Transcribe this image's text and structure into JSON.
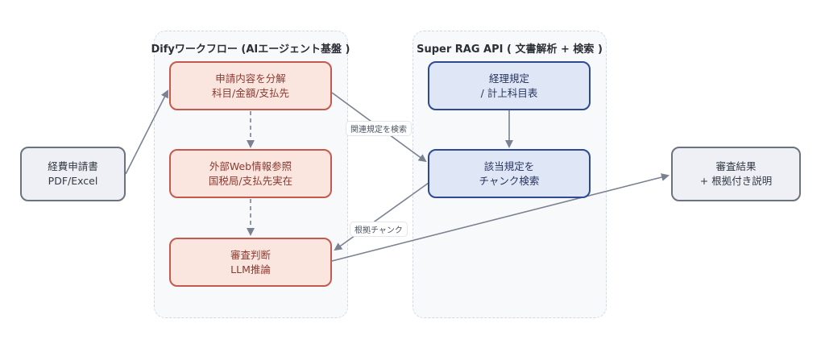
{
  "groups": {
    "dify": {
      "title": "Difyワークフロー (AIエージェント基盤 )"
    },
    "rag": {
      "title": "Super RAG API ( 文書解析 + 検索 )"
    }
  },
  "nodes": {
    "input": {
      "line1": "経費申請書",
      "line2": "PDF/Excel"
    },
    "analyze": {
      "line1": "申請内容を分解",
      "line2": "科目/金額/支払先"
    },
    "web": {
      "line1": "外部Web情報参照",
      "line2": "国税局/支払先実在"
    },
    "judge": {
      "line1": "審査判断",
      "line2": "LLM推論"
    },
    "rules": {
      "line1": "経理規定",
      "line2": "/ 計上科目表"
    },
    "search": {
      "line1": "該当規定を",
      "line2": "チャンク検索"
    },
    "result": {
      "line1": "審査結果",
      "line2": "+ 根拠付き説明"
    }
  },
  "edges": [
    {
      "from": "input",
      "to": "analyze",
      "style": "solid",
      "label": ""
    },
    {
      "from": "analyze",
      "to": "web",
      "style": "dashed",
      "label": ""
    },
    {
      "from": "web",
      "to": "judge",
      "style": "dashed",
      "label": ""
    },
    {
      "from": "analyze",
      "to": "search",
      "style": "solid",
      "label": "関連規定を検索"
    },
    {
      "from": "rules",
      "to": "search",
      "style": "solid",
      "label": ""
    },
    {
      "from": "search",
      "to": "judge",
      "style": "solid",
      "label": "根拠チャンク"
    },
    {
      "from": "judge",
      "to": "result",
      "style": "solid",
      "label": ""
    }
  ],
  "colors": {
    "edge": "#7a8190",
    "gray_node": "#6b7280",
    "red_node": "#c45a4e",
    "blue_node": "#2e4a92"
  }
}
